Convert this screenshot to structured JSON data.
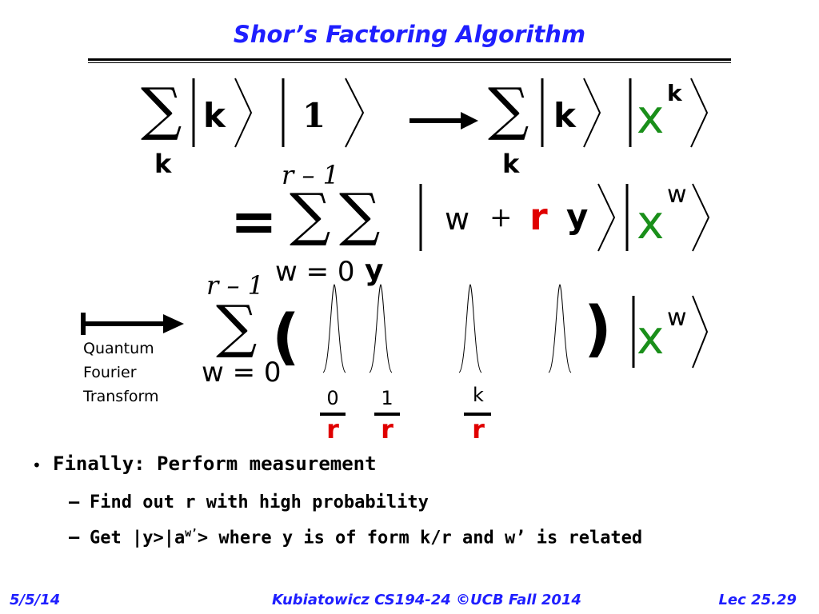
{
  "slide": {
    "title": "Shor’s Factoring Algorithm"
  },
  "equation": {
    "sum_index_k": "k",
    "ket_k": "k",
    "ket_one": "1",
    "ket_x": "x",
    "exp_k": "k",
    "upper_limit": "r – 1",
    "equals": "=",
    "sum_index_w": "w = 0",
    "sum_index_y": "y",
    "ket_w": "w",
    "plus": "+",
    "r": "r",
    "y": "y",
    "exp_w": "w",
    "qft_upper": "r – 1",
    "qft_lower": "w = 0",
    "peak_labels": [
      {
        "num": "0",
        "den": "r"
      },
      {
        "num": "1",
        "den": "r"
      },
      {
        "num": "k",
        "den": "r"
      }
    ]
  },
  "qft_label": [
    "Quantum",
    "Fourier",
    "Transform"
  ],
  "bullets": [
    {
      "level": 1,
      "text": "Finally: Perform measurement"
    },
    {
      "level": 2,
      "text": "Find out r with high probability"
    },
    {
      "level": 2,
      "text_pre": "Get |y>|a",
      "sup": "w’",
      "text_post": "> where y is of form k/r and w’ is related"
    }
  ],
  "footer": {
    "left": "5/5/14",
    "center": "Kubiatowicz CS194-24 ©UCB Fall 2014",
    "right": "Lec 25.29"
  },
  "colors": {
    "title": "#1f1fff",
    "green": "#1a8f1a",
    "red": "#e00000"
  }
}
